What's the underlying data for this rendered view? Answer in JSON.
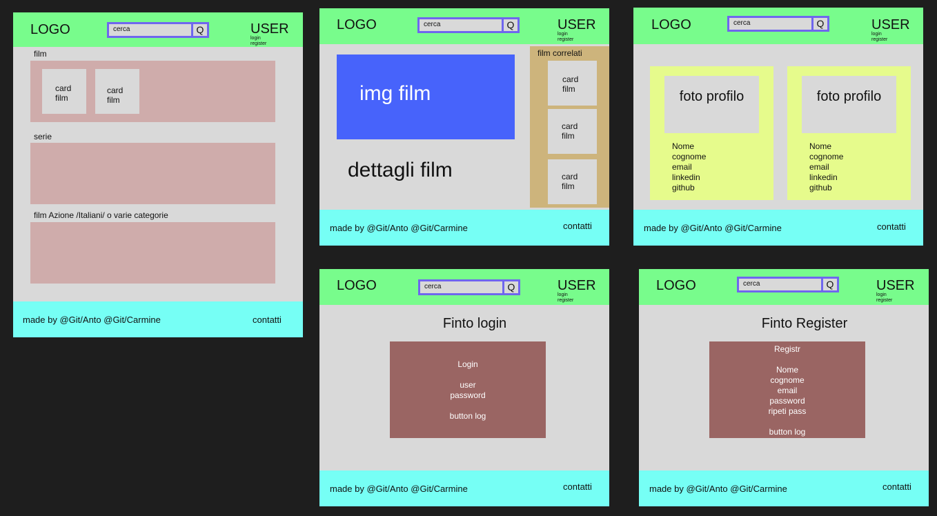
{
  "common": {
    "logo": "LOGO",
    "search_placeholder": "cerca",
    "search_button": "Q",
    "user": "USER",
    "login": "login",
    "register": "register",
    "made_by": "made by @Git/Anto @Git/Carmine",
    "contacts": "contatti"
  },
  "home": {
    "sections": [
      {
        "label": "film"
      },
      {
        "label": "serie"
      },
      {
        "label": "film Azione /Italiani/ o varie categorie"
      }
    ],
    "cards": [
      {
        "line1": "card",
        "line2": "film"
      },
      {
        "line1": "card",
        "line2": "film"
      }
    ]
  },
  "detail": {
    "img_label": "img film",
    "details_label": "dettagli film",
    "related_title": "film correlati",
    "related_cards": [
      {
        "line1": "card",
        "line2": "film"
      },
      {
        "line1": "card",
        "line2": "film"
      },
      {
        "line1": "card",
        "line2": "film"
      }
    ]
  },
  "team": {
    "profiles": [
      {
        "photo": "foto profilo",
        "fields": [
          "Nome",
          "cognome",
          "email",
          "linkedin",
          "github"
        ]
      },
      {
        "photo": "foto profilo",
        "fields": [
          "Nome",
          "cognome",
          "email",
          "linkedin",
          "github"
        ]
      }
    ]
  },
  "login": {
    "title": "Finto login",
    "lines": [
      "Login",
      "",
      "user",
      "password",
      "",
      "button log"
    ]
  },
  "register": {
    "title": "Finto Register",
    "lines": [
      "Registr",
      "",
      "Nome",
      "cognome",
      "email",
      "password",
      "ripeti pass",
      "",
      "button log"
    ]
  },
  "colors": {
    "header": "#78fc8c",
    "footer": "#76fff5",
    "search_border": "#6f66ee",
    "row": "#cfacab",
    "image": "#4763fb",
    "related": "#cdb47c",
    "profile": "#e6fb8c",
    "form_box": "#9a6563"
  }
}
